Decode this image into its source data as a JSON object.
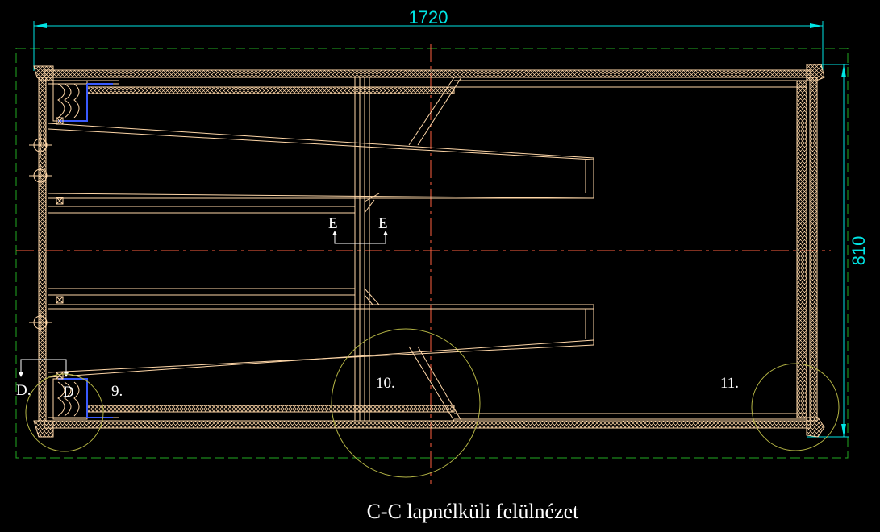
{
  "drawing": {
    "title": "C-C lapnélküli felülnézet",
    "dimensions": {
      "width": "1720",
      "height": "810"
    },
    "section_markers": {
      "d_left": "D.",
      "d_right": "D",
      "e_left": "E",
      "e_right": "E"
    },
    "detail_labels": {
      "detail_9": "9.",
      "detail_10": "10.",
      "detail_11": "11."
    },
    "colors": {
      "background": "#000000",
      "outline": "#ffd7a8",
      "dimension": "#00e5e5",
      "centerline": "#ff6040",
      "frame": "#22aa22",
      "detail_circle": "#b5b545",
      "accent": "#3a5bff"
    }
  }
}
